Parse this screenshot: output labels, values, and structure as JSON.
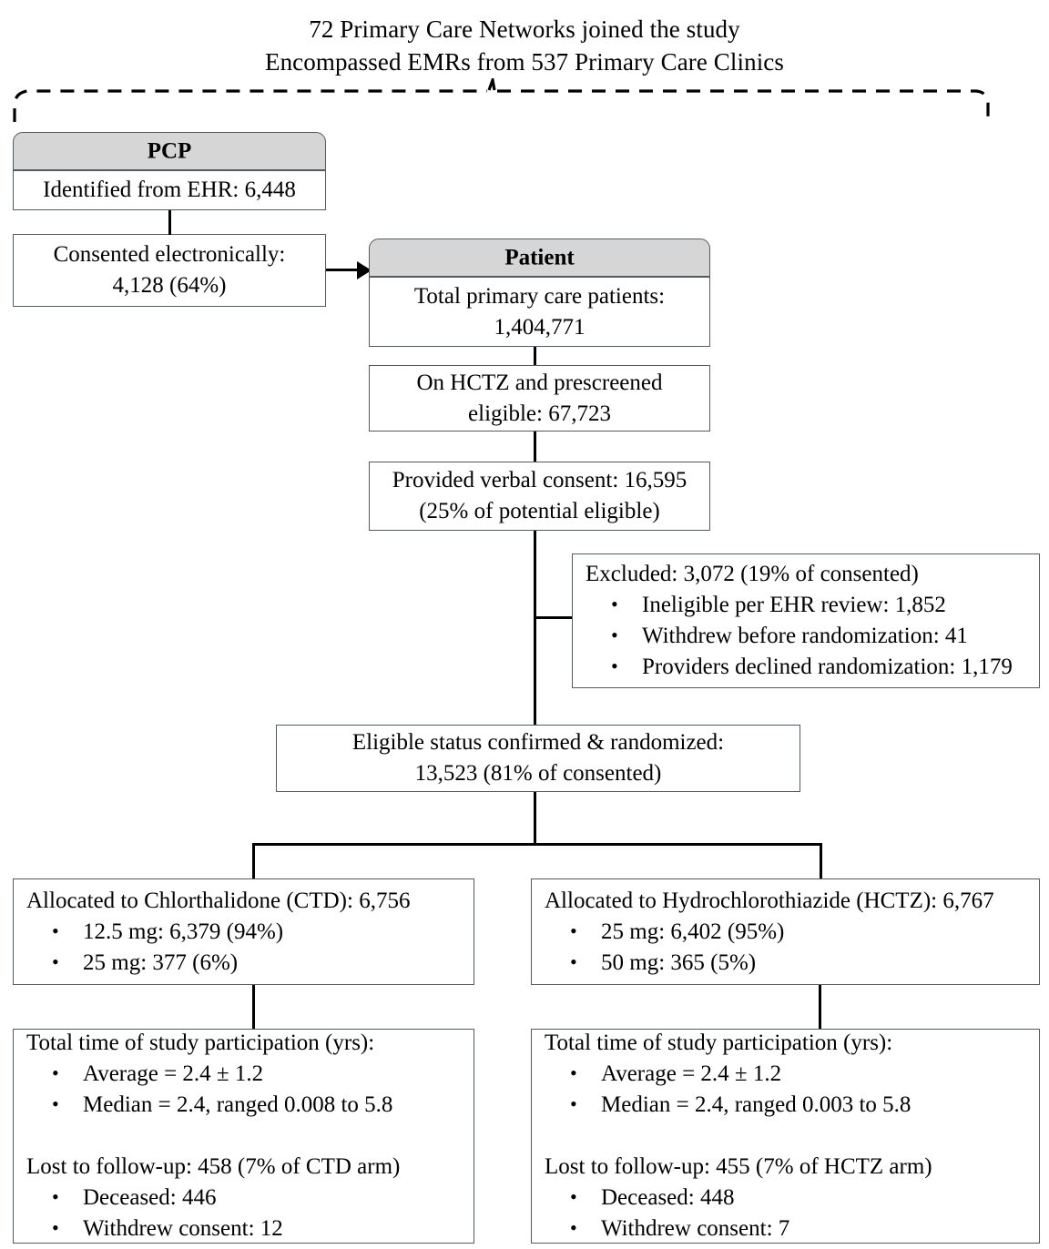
{
  "header": {
    "line1": "72 Primary Care Networks joined the study",
    "line2": "Encompassed EMRs from 537 Primary Care Clinics"
  },
  "pcp": {
    "caption": "PCP",
    "identified": "Identified from EHR: 6,448",
    "consented_line1": "Consented electronically:",
    "consented_line2": "4,128 (64%)"
  },
  "patient": {
    "caption": "Patient",
    "total_line1": "Total primary care patients:",
    "total_line2": "1,404,771",
    "hctz_line1": "On HCTZ and prescreened",
    "hctz_line2": "eligible: 67,723",
    "verbal_line1": "Provided verbal consent: 16,595",
    "verbal_line2": "(25% of potential eligible)"
  },
  "excluded": {
    "title": "Excluded: 3,072 (19% of consented)",
    "items": [
      "Ineligible per EHR review: 1,852",
      "Withdrew before randomization: 41",
      "Providers declined randomization: 1,179"
    ]
  },
  "randomized": {
    "line1": "Eligible status confirmed & randomized:",
    "line2": "13,523 (81% of consented)"
  },
  "arms": [
    {
      "allocation_title": "Allocated to Chlorthalidone (CTD): 6,756",
      "allocation_items": [
        "12.5 mg: 6,379 (94%)",
        "25 mg:  377 (6%)"
      ],
      "participation_title": "Total time of study participation (yrs):",
      "participation_items": [
        "Average = 2.4 ± 1.2",
        "Median = 2.4, ranged 0.008 to 5.8"
      ],
      "lost_title": "Lost to follow-up: 458 (7% of CTD arm)",
      "lost_items": [
        "Deceased: 446",
        "Withdrew consent: 12"
      ]
    },
    {
      "allocation_title": "Allocated to Hydrochlorothiazide (HCTZ): 6,767",
      "allocation_items": [
        "25 mg: 6,402 (95%)",
        "50 mg: 365 (5%)"
      ],
      "participation_title": "Total time of study participation (yrs):",
      "participation_items": [
        "Average = 2.4 ± 1.2",
        "Median = 2.4, ranged 0.003 to 5.8"
      ],
      "lost_title": "Lost to follow-up: 455 (7% of HCTZ arm)",
      "lost_items": [
        "Deceased: 448",
        "Withdrew consent: 7"
      ]
    }
  ],
  "colors": {
    "caption_fill": "#d6d6d6",
    "box_border": "#555a5e",
    "line": "#000000"
  }
}
